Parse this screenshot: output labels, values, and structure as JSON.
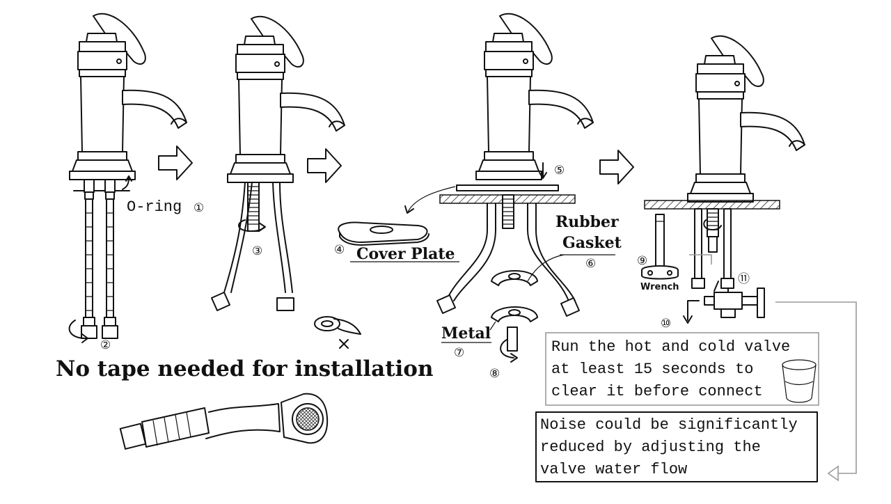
{
  "labels": {
    "o_ring": "O-ring",
    "cover_plate": "Cover Plate",
    "rubber": "Rubber",
    "gasket": "Gasket",
    "metal": "Metal",
    "wrench": "Wrench",
    "no_tape": "No tape needed for installation"
  },
  "steps": {
    "s1": "①",
    "s2": "②",
    "s3": "③",
    "s4": "④",
    "s5": "⑤",
    "s6": "⑥",
    "s7": "⑦",
    "s8": "⑧",
    "s9": "⑨",
    "s10": "⑩",
    "s11": "⑪"
  },
  "notes": {
    "flush": [
      "Run the hot and cold valve",
      "at least 15 seconds to",
      "clear it before connect"
    ],
    "noise": [
      "Noise could be significantly",
      "reduced by adjusting the",
      "valve water flow"
    ]
  }
}
